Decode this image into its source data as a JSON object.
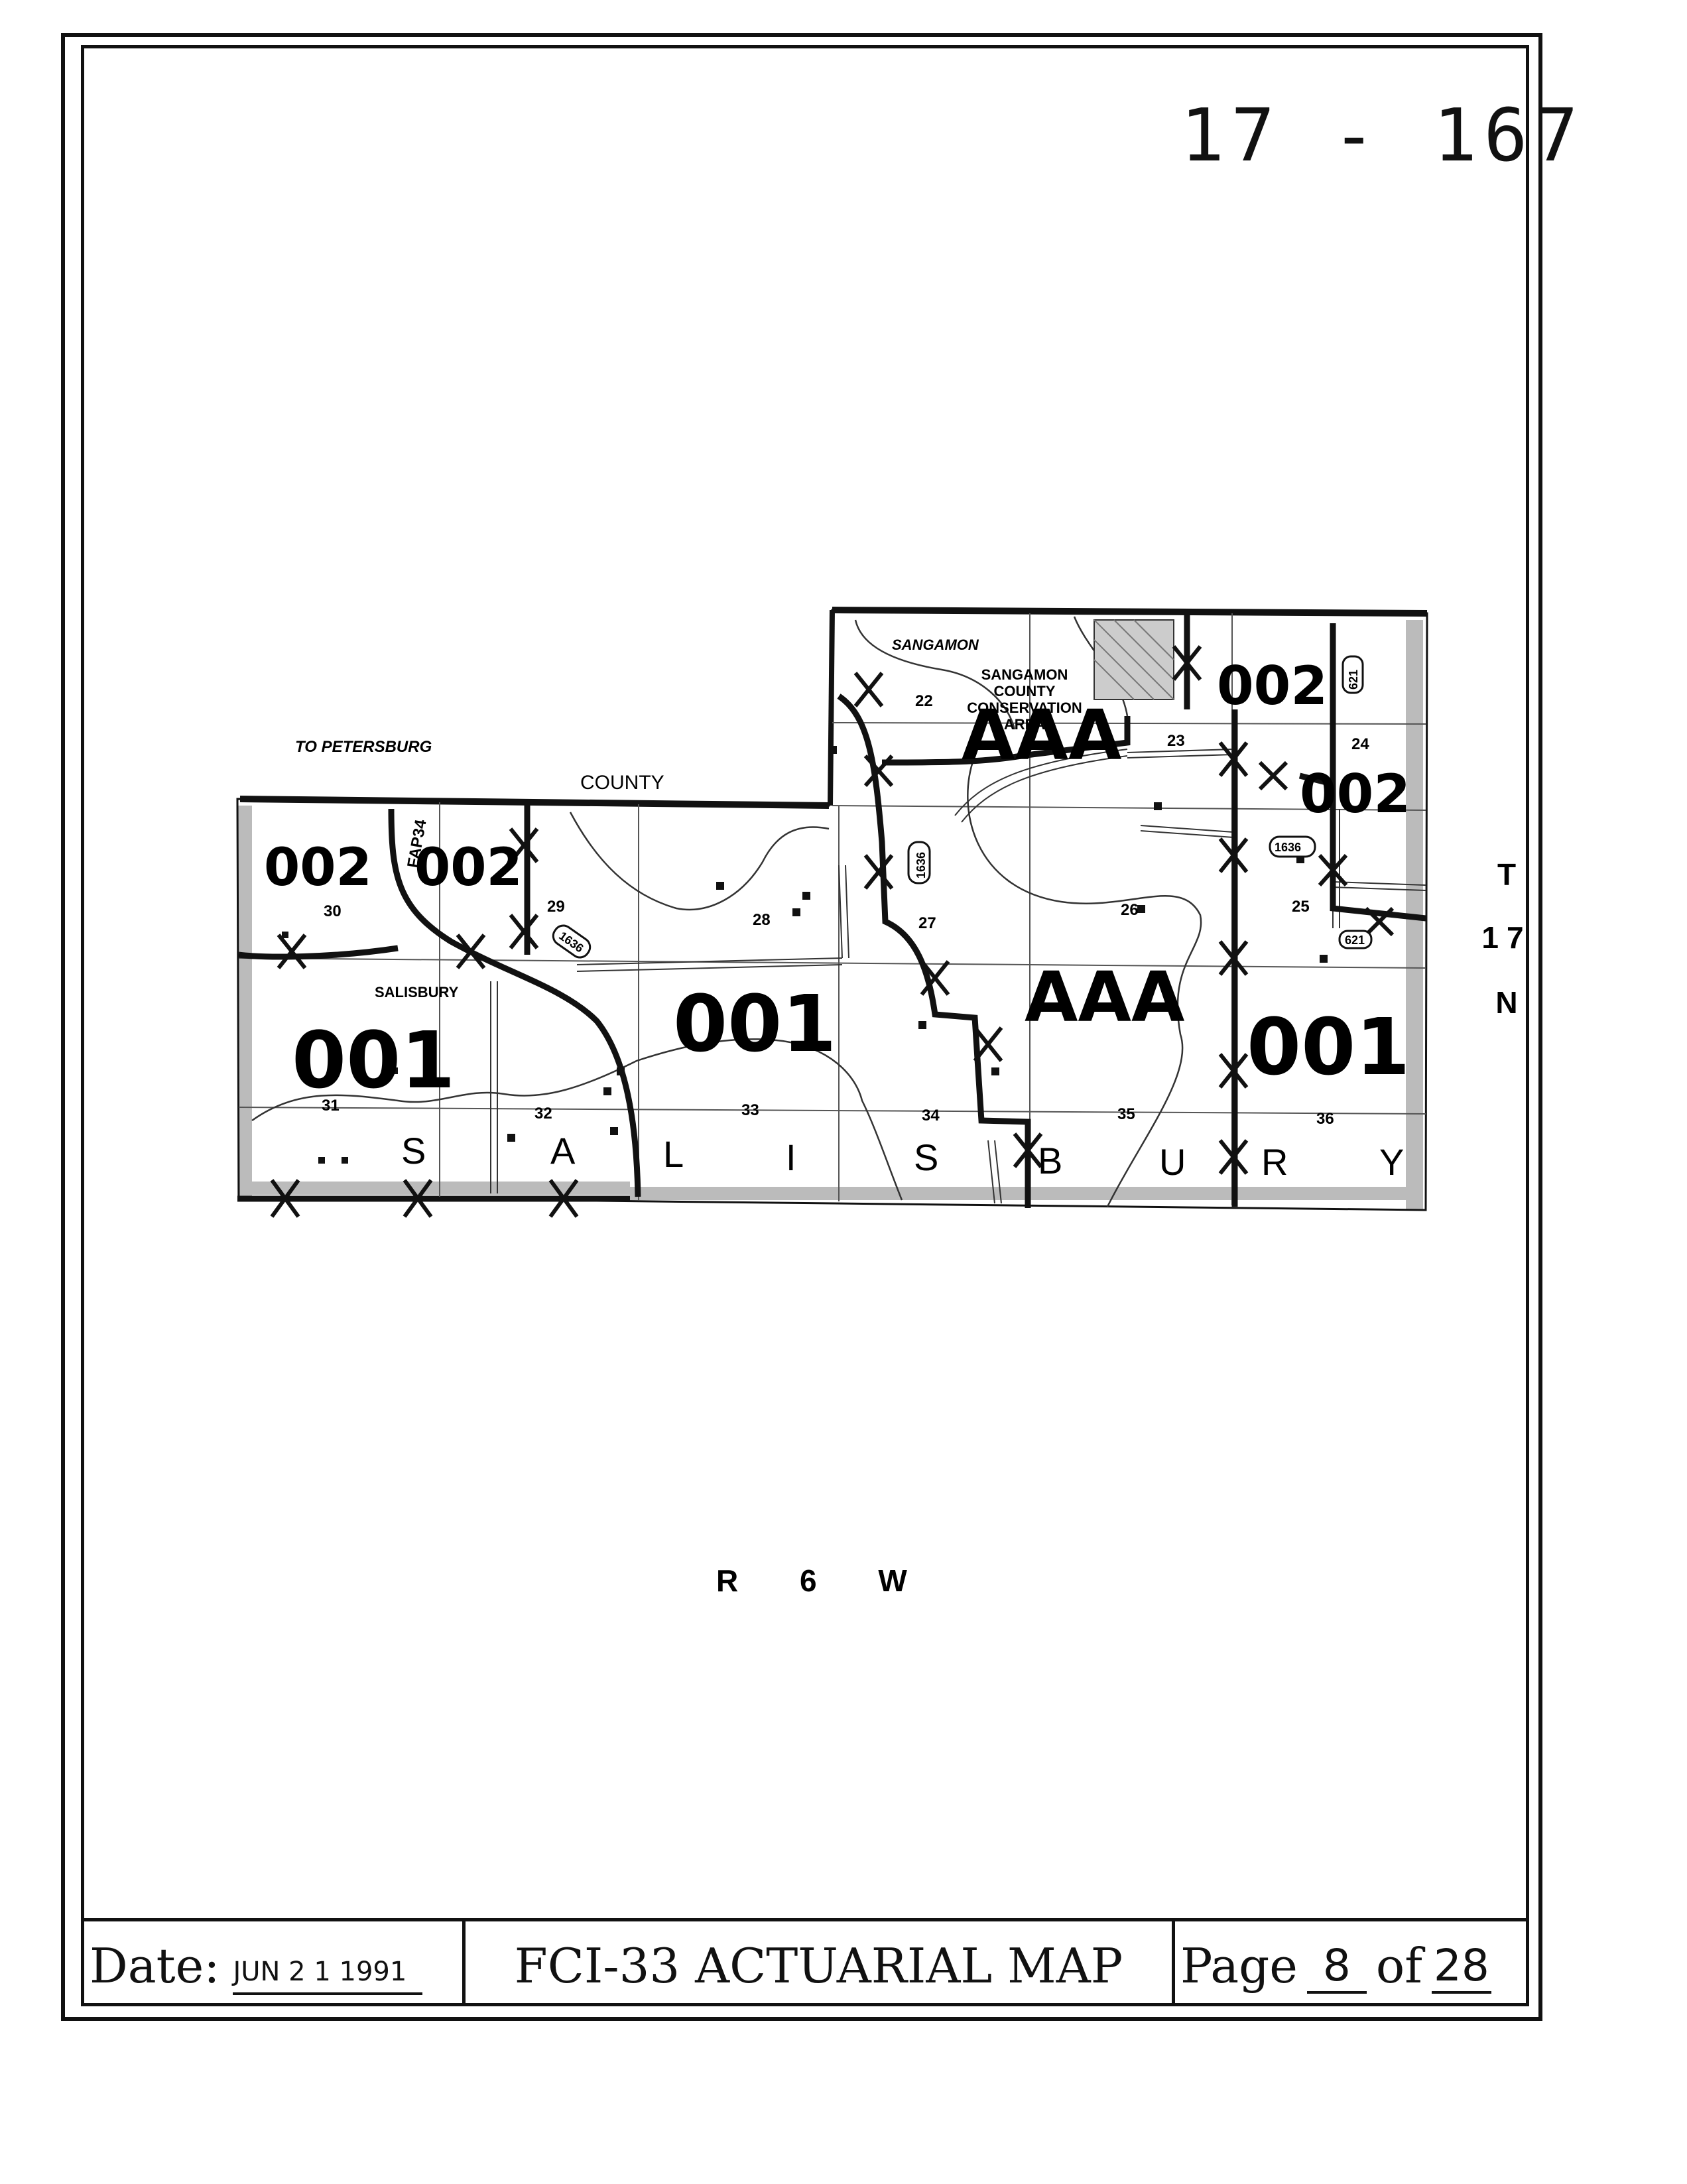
{
  "document_number": "17 - 167",
  "map": {
    "to_petersburg": "TO PETERSBURG",
    "county": "COUNTY",
    "sangamon": "SANGAMON",
    "conservation_area": [
      "SANGAMON",
      "COUNTY",
      "CONSERVATION",
      "AREA"
    ],
    "town": "SALISBURY",
    "road_far": "FAP34",
    "route_labels": [
      "1636",
      "1636",
      "1636",
      "621",
      "621"
    ],
    "township_letters": [
      "S",
      "A",
      "L",
      "I",
      "S",
      "B",
      "U",
      "R",
      "Y"
    ],
    "sections": [
      "22",
      "23",
      "24",
      "25",
      "26",
      "27",
      "28",
      "29",
      "30",
      "31",
      "32",
      "33",
      "34",
      "35",
      "36"
    ],
    "zones": [
      "002",
      "002",
      "002",
      "002",
      "001",
      "001",
      "001",
      "AAA",
      "AAA"
    ],
    "range_label": "R 6 W",
    "township_label": [
      "T",
      "17",
      "N"
    ]
  },
  "footer": {
    "date_label": "Date:",
    "date_value": "JUN 2 1 1991",
    "title": "FCI-33 ACTUARIAL MAP",
    "page_label": "Page",
    "page_number": "8",
    "of_label": "of",
    "page_total": "28"
  }
}
